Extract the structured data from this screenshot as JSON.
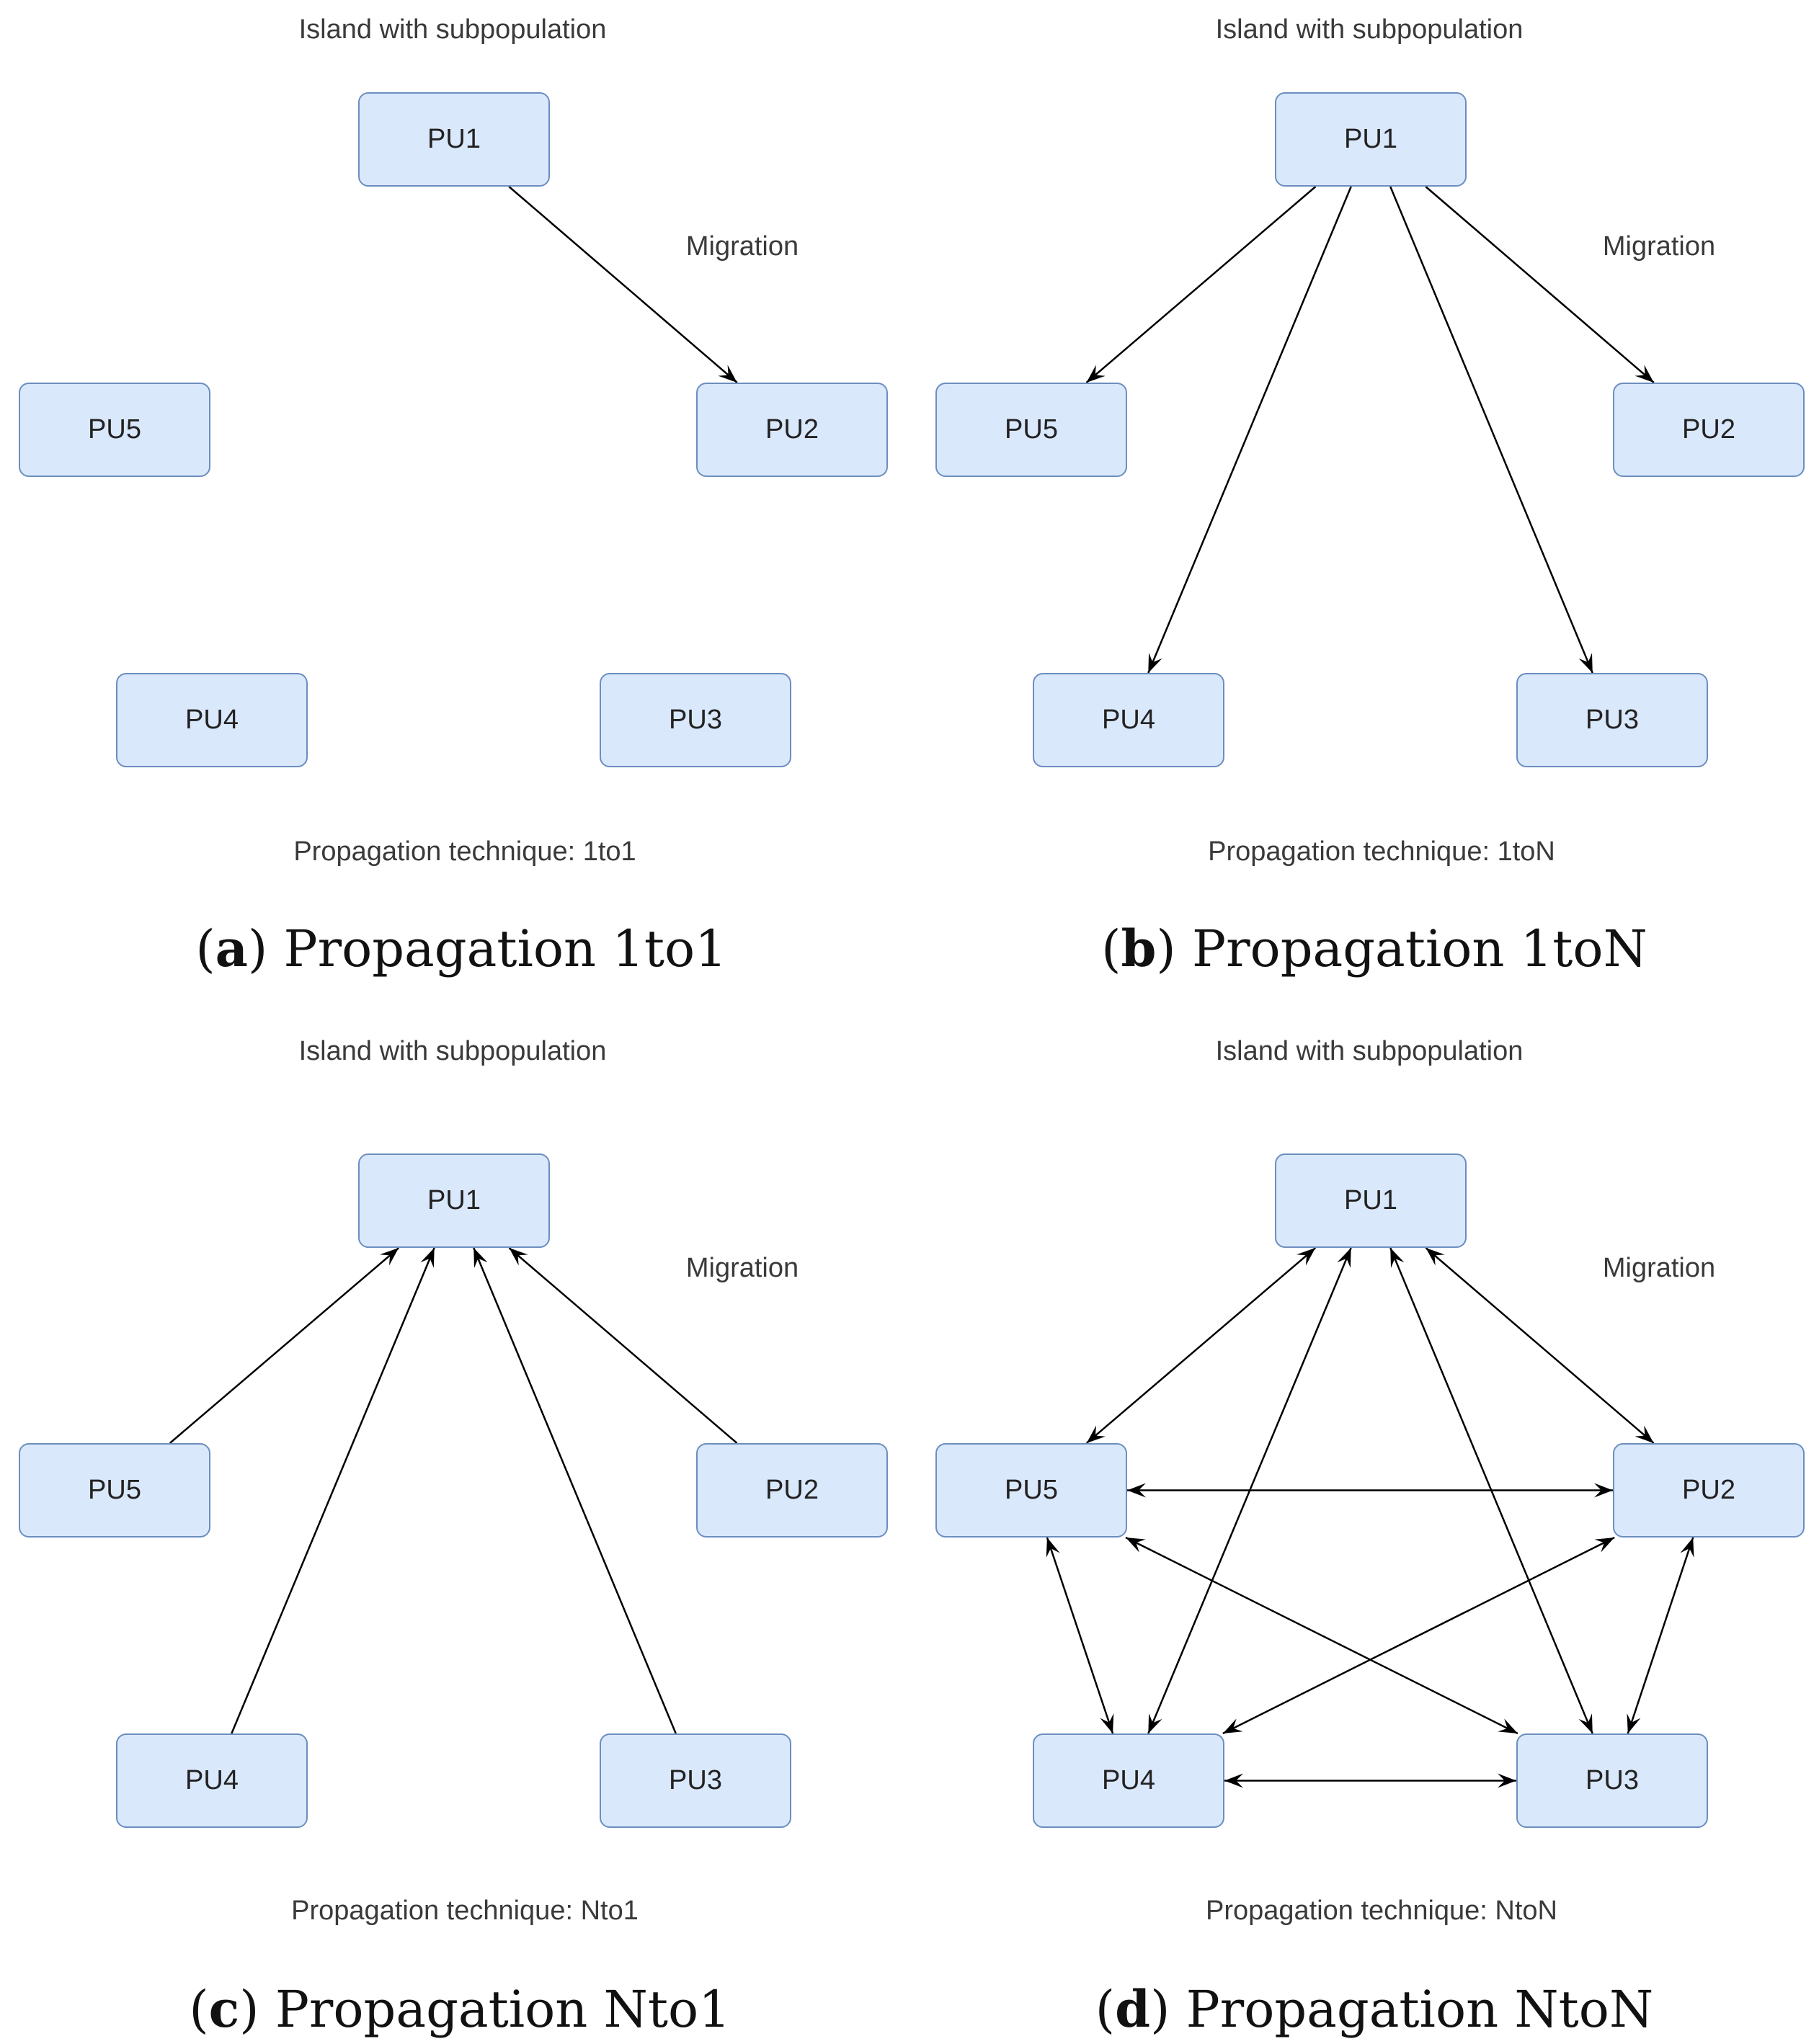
{
  "panels": [
    {
      "id": "a",
      "island_label": "Island with subpopulation",
      "migration_label": "Migration",
      "technique_label": "Propagation technique:  1to1",
      "caption_letter": "a",
      "caption_text": "Propagation 1to1",
      "nodes": {
        "PU1": "PU1",
        "PU2": "PU2",
        "PU3": "PU3",
        "PU4": "PU4",
        "PU5": "PU5"
      },
      "edges": [
        {
          "from": "PU1",
          "to": "PU2",
          "direction": "forward"
        }
      ]
    },
    {
      "id": "b",
      "island_label": "Island with subpopulation",
      "migration_label": "Migration",
      "technique_label": "Propagation technique:  1toN",
      "caption_letter": "b",
      "caption_text": "Propagation 1toN",
      "nodes": {
        "PU1": "PU1",
        "PU2": "PU2",
        "PU3": "PU3",
        "PU4": "PU4",
        "PU5": "PU5"
      },
      "edges": [
        {
          "from": "PU1",
          "to": "PU5",
          "direction": "forward"
        },
        {
          "from": "PU1",
          "to": "PU4",
          "direction": "forward"
        },
        {
          "from": "PU1",
          "to": "PU3",
          "direction": "forward"
        },
        {
          "from": "PU1",
          "to": "PU2",
          "direction": "forward"
        }
      ]
    },
    {
      "id": "c",
      "island_label": "Island with subpopulation",
      "migration_label": "Migration",
      "technique_label": "Propagation technique: Nto1",
      "caption_letter": "c",
      "caption_text": "Propagation Nto1",
      "nodes": {
        "PU1": "PU1",
        "PU2": "PU2",
        "PU3": "PU3",
        "PU4": "PU4",
        "PU5": "PU5"
      },
      "edges": [
        {
          "from": "PU5",
          "to": "PU1",
          "direction": "forward"
        },
        {
          "from": "PU4",
          "to": "PU1",
          "direction": "forward"
        },
        {
          "from": "PU3",
          "to": "PU1",
          "direction": "forward"
        },
        {
          "from": "PU2",
          "to": "PU1",
          "direction": "forward"
        }
      ]
    },
    {
      "id": "d",
      "island_label": "Island with subpopulation",
      "migration_label": "Migration",
      "technique_label": "Propagation technique: NtoN",
      "caption_letter": "d",
      "caption_text": "Propagation NtoN",
      "nodes": {
        "PU1": "PU1",
        "PU2": "PU2",
        "PU3": "PU3",
        "PU4": "PU4",
        "PU5": "PU5"
      },
      "edges": [
        {
          "from": "PU1",
          "to": "PU5",
          "direction": "both"
        },
        {
          "from": "PU1",
          "to": "PU2",
          "direction": "both"
        },
        {
          "from": "PU1",
          "to": "PU4",
          "direction": "both"
        },
        {
          "from": "PU1",
          "to": "PU3",
          "direction": "both"
        },
        {
          "from": "PU5",
          "to": "PU2",
          "direction": "both"
        },
        {
          "from": "PU5",
          "to": "PU4",
          "direction": "both"
        },
        {
          "from": "PU5",
          "to": "PU3",
          "direction": "both"
        },
        {
          "from": "PU2",
          "to": "PU3",
          "direction": "both"
        },
        {
          "from": "PU2",
          "to": "PU4",
          "direction": "both"
        },
        {
          "from": "PU4",
          "to": "PU3",
          "direction": "both"
        }
      ]
    }
  ]
}
